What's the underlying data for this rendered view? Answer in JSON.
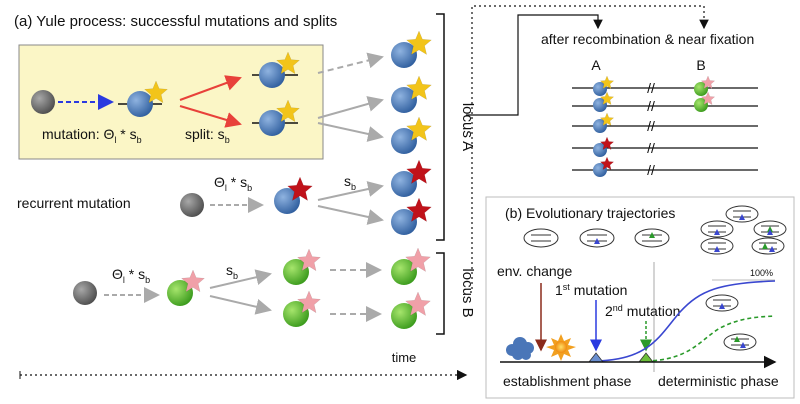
{
  "panel_a": {
    "title": "(a) Yule process: successful mutations and splits",
    "mutation_label": "mutation: Θ",
    "mutation_sub": "l",
    "mutation_mid": " * s",
    "mutation_sub2": "b",
    "split_label": "split: s",
    "split_sub": "b",
    "recurrent_label": "recurrent mutation",
    "rate_theta": "Θ",
    "rate_sub_l": "l",
    "rate_mid": " * s",
    "rate_sub_b": "b",
    "sb": "s",
    "sb_sub": "b",
    "locus_a": "locus A",
    "locus_b": "locus B",
    "time": "time"
  },
  "recombination": {
    "title": "after recombination & near fixation",
    "col_a": "A",
    "col_b": "B",
    "break_mark": "//"
  },
  "panel_b": {
    "title": "(b) Evolutionary trajectories",
    "env_change": "env. change",
    "first_mutation": "1",
    "first_sup": "st",
    "first_rest": " mutation",
    "second_mutation": "2",
    "second_sup": "nd",
    "second_rest": " mutation",
    "hundred": "100%",
    "establishment": "establishment phase",
    "deterministic": "deterministic phase"
  },
  "colors": {
    "blue_ball": "#3f6fae",
    "green_ball": "#4cae24",
    "grey_ball": "#6b6b6b",
    "yellow_star": "#f2c41a",
    "red_star": "#c0121a",
    "pink_star": "#f0a0a8",
    "panel_bg": "#fbf6c6",
    "split_arrow": "#e8413a",
    "mut_arrow": "#2a3ae0",
    "grey_arrow": "#aaaaaa",
    "curve1": "#3a47d0",
    "curve2": "#2a9a2a"
  }
}
